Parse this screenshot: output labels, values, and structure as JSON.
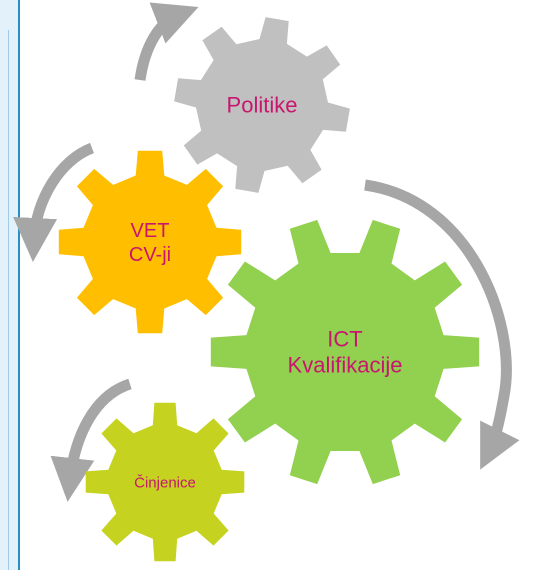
{
  "gears": [
    {
      "id": "politike",
      "lines": [
        "Politike"
      ],
      "color": "#c0c0c0",
      "text_color": "#c8166e"
    },
    {
      "id": "vet",
      "lines": [
        "VET",
        "CV-ji"
      ],
      "color": "#ffbf00",
      "text_color": "#c8166e"
    },
    {
      "id": "ict",
      "lines": [
        "ICT",
        "Kvalifikacije"
      ],
      "color": "#92d050",
      "text_color": "#c8166e"
    },
    {
      "id": "cinjenice",
      "lines": [
        "Činjenice"
      ],
      "color": "#c5d320",
      "text_color": "#c8166e"
    }
  ],
  "arrow_color": "#a6a6a6",
  "rail_color": "#2a8fc6"
}
